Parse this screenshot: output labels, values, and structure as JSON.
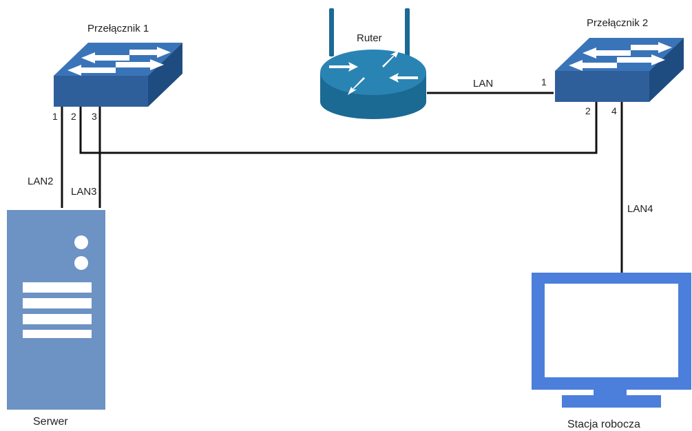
{
  "devices": {
    "switch1": {
      "label": "Przełącznik 1",
      "ports": {
        "p1": "1",
        "p2": "2",
        "p3": "3"
      }
    },
    "router": {
      "label": "Ruter"
    },
    "switch2": {
      "label": "Przełącznik 2",
      "ports": {
        "p1": "1",
        "p2": "2",
        "p4": "4"
      }
    },
    "server": {
      "label": "Serwer"
    },
    "workstation": {
      "label": "Stacja robocza"
    }
  },
  "links": {
    "router_switch2": "LAN",
    "switch1_server_a": "LAN2",
    "switch1_server_b": "LAN3",
    "switch2_workstation": "LAN4"
  },
  "colors": {
    "switch_front": "#2E5F9A",
    "switch_top": "#3A74B8",
    "switch_side": "#1F4C80",
    "router": "#1B6A94",
    "server": "#6D92C4",
    "monitor": "#4C7EDB",
    "cable": "#111111"
  }
}
